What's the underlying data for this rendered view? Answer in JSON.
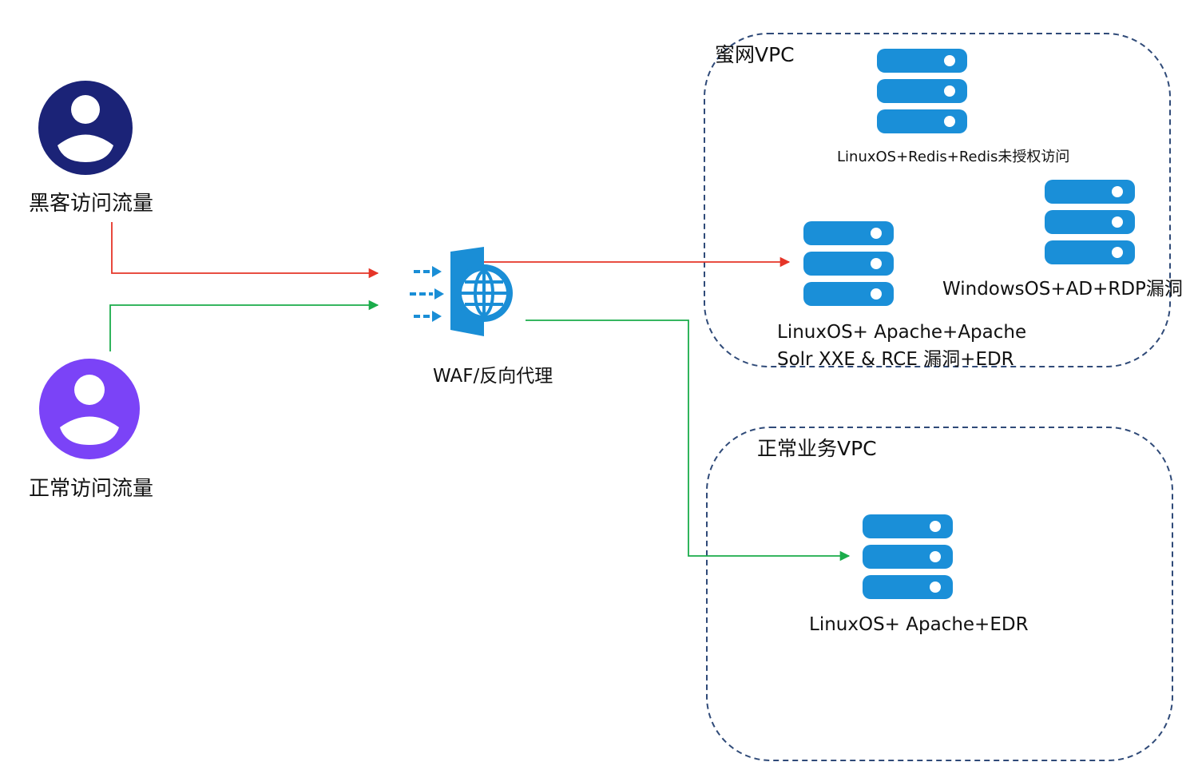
{
  "users": {
    "hacker": {
      "label": "黑客访问流量",
      "color": "#1b2377"
    },
    "normal": {
      "label": "正常访问流量",
      "color": "#7b43f7"
    }
  },
  "waf": {
    "label": "WAF/反向代理",
    "color": "#1a8ed6"
  },
  "vpcs": {
    "honeynet": {
      "title": "蜜网VPC",
      "servers": {
        "redis": "LinuxOS+Redis+Redis未授权访问",
        "windows": "WindowsOS+AD+RDP漏洞",
        "apache_line1": "LinuxOS+ Apache+Apache",
        "apache_line2": "Solr XXE & RCE 漏洞+EDR"
      }
    },
    "business": {
      "title": "正常业务VPC",
      "servers": {
        "apache": "LinuxOS+ Apache+EDR"
      }
    }
  },
  "colors": {
    "attack_flow": "#e53528",
    "normal_flow": "#1aac4a",
    "server": "#1a8fd8",
    "vpc_border": "#2f4a78"
  }
}
